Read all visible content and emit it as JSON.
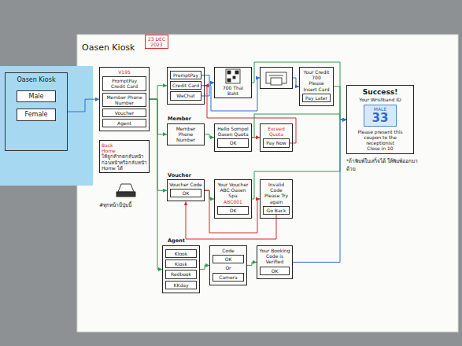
{
  "diagram": {
    "title": "Oasen Kiosk",
    "nodes": [
      {
        "text": [
          "Oasen Kiosk"
        ]
      },
      {
        "text": [
          "Male"
        ],
        "in": 0
      },
      {
        "text": [
          "Female"
        ],
        "in": 0
      },
      {
        "text": [
          "V195"
        ]
      },
      {
        "text": [
          "PromptPay Credit Card"
        ],
        "in": 3
      },
      {
        "text": [
          "Member Phone Number"
        ],
        "in": 3
      },
      {
        "text": [
          "Voucher"
        ],
        "in": 3
      },
      {
        "text": [
          "Agent"
        ],
        "in": 3
      },
      {
        "text": []
      },
      {
        "text": [
          "PromptPay"
        ],
        "in": 8
      },
      {
        "text": [
          "Credit Card"
        ],
        "in": 8
      },
      {
        "text": [
          "WeChat"
        ],
        "in": 8
      },
      {
        "text": [
          "700 Thai Baht"
        ]
      },
      {
        "text": []
      },
      {
        "text": [
          "Your Credit",
          "700",
          "Please Insert Card"
        ]
      },
      {
        "text": [
          "Pay Later"
        ],
        "in": 14
      },
      {
        "text": [
          "Success!",
          "Your Wristband ID",
          "Please present this coupon to the receptionist",
          "Close in 10"
        ]
      },
      {
        "text": [
          "MALE",
          "33"
        ],
        "in": 16
      },
      {
        "text": [
          "Member",
          "Phone Number"
        ]
      },
      {
        "text": [
          "Hello Sompol",
          "Oasen Quota"
        ]
      },
      {
        "text": [
          "OK"
        ],
        "in": 19
      },
      {
        "text": [
          "Exceed Quota"
        ]
      },
      {
        "text": [
          "Pay Now"
        ],
        "in": 21
      },
      {
        "text": [
          "Back",
          "Home",
          "ให้ลูกค้ากดกลับหน้าก่อนหน้าหรือกลับหน้า Home ได้"
        ]
      },
      {
        "text": [
          "Voucher Code"
        ]
      },
      {
        "text": [
          "OK"
        ],
        "in": 24
      },
      {
        "text": [
          "Your Voucher",
          "ABC Oasen Spa",
          "ABC001"
        ]
      },
      {
        "text": [
          "OK"
        ],
        "in": 26
      },
      {
        "text": [
          "Invalid Code",
          "Please Try again"
        ]
      },
      {
        "text": [
          "Go Back"
        ],
        "in": 28
      },
      {
        "text": []
      },
      {
        "text": [
          "Klook"
        ],
        "in": 30
      },
      {
        "text": [
          "Kiosk"
        ],
        "in": 30
      },
      {
        "text": [
          "Redbook"
        ],
        "in": 30
      },
      {
        "text": [
          "KKday"
        ],
        "in": 30
      },
      {
        "text": [
          "Code",
          "Or"
        ]
      },
      {
        "text": [
          "OK"
        ],
        "in": 35
      },
      {
        "text": [
          "Camera"
        ],
        "in": 35
      },
      {
        "text": [
          "Your Booking Code is Verified"
        ]
      },
      {
        "text": [
          "OK"
        ],
        "in": 38
      }
    ],
    "edges": [
      {
        "from": 0,
        "to": 3,
        "arrow": "to"
      },
      {
        "from": 3,
        "to": 8,
        "arrow": "to"
      },
      {
        "from": 3,
        "to": 18,
        "arrow": "to"
      },
      {
        "from": 3,
        "to": 24,
        "arrow": "to"
      },
      {
        "from": 3,
        "to": 30,
        "arrow": "to"
      },
      {
        "from": 9,
        "to": 12,
        "arrow": "to"
      },
      {
        "from": 11,
        "to": 12,
        "arrow": "to"
      },
      {
        "from": 10,
        "to": 13,
        "arrow": "to"
      },
      {
        "from": 13,
        "to": 14,
        "arrow": "to"
      },
      {
        "from": 12,
        "to": 16,
        "arrow": "to"
      },
      {
        "from": 14,
        "to": 16,
        "arrow": "to"
      },
      {
        "from": 18,
        "to": 19,
        "arrow": "to"
      },
      {
        "from": 19,
        "to": 21,
        "arrow": "to"
      },
      {
        "from": 19,
        "to": 16,
        "arrow": "to"
      },
      {
        "from": 22,
        "to": 8,
        "arrow": "to"
      },
      {
        "from": 24,
        "to": 26,
        "arrow": "to"
      },
      {
        "from": 24,
        "to": 28,
        "arrow": "to"
      },
      {
        "from": 26,
        "to": 16,
        "arrow": "to"
      },
      {
        "from": 29,
        "to": 24,
        "arrow": "to"
      },
      {
        "from": 30,
        "to": 35,
        "arrow": "to"
      },
      {
        "from": 35,
        "to": 38,
        "arrow": "to"
      },
      {
        "from": 38,
        "to": 16,
        "arrow": "to"
      }
    ],
    "labels": [
      "23 DEC 2023",
      "Member",
      "Voucher",
      "Agent",
      "*ถ้าพิมพ์ใบเสร็จได้ ให้พิมพ์ออกมาด้วย",
      "#ทุกหน้ามีปุ่มนี้"
    ]
  }
}
